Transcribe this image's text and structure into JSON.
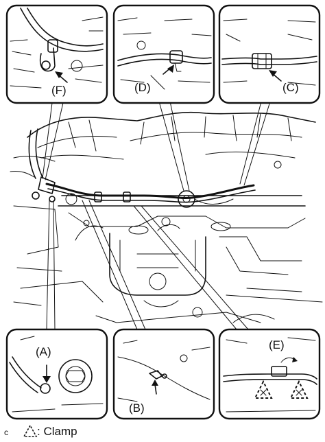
{
  "callouts": {
    "a": "(A)",
    "b": "(B)",
    "c": "(C)",
    "d": "(D)",
    "e": "(E)",
    "f": "(F)"
  },
  "legend": {
    "corner_code": "c",
    "clamp_label": ": Clamp"
  },
  "icons": {
    "clamp_symbol": "dashed-triangle-icon",
    "pointer": "arrow-icon"
  }
}
